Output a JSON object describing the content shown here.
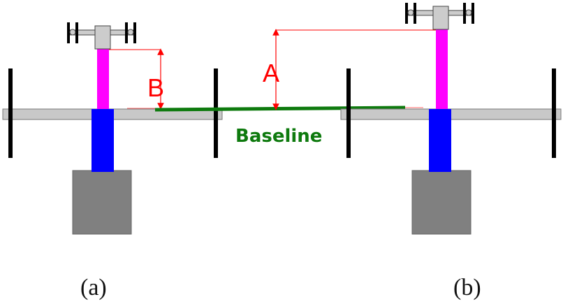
{
  "labels": {
    "b": "B",
    "a": "A",
    "baseline": "Baseline",
    "caption_a": "(a)",
    "caption_b": "(b)"
  },
  "colors": {
    "mast": "#ff00ff",
    "column": "#0000ff",
    "base_block": "#808080",
    "platform": "#c8c8c8",
    "baseline": "#0e7a0e",
    "dimension": "#ff0000",
    "tire": "#000000",
    "hub": "#cccccc"
  },
  "icons": {
    "wheel_hub": "wheel-hub-icon"
  }
}
